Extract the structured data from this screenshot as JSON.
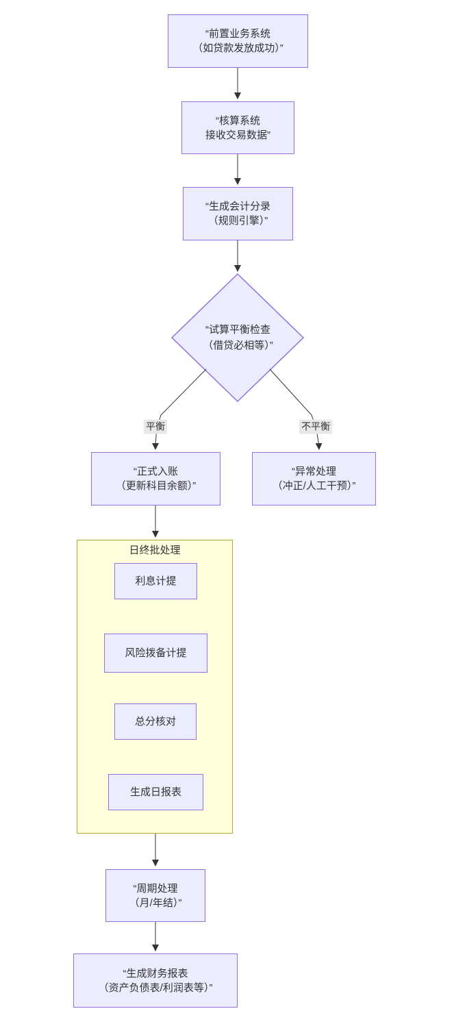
{
  "flowchart": {
    "nodes": {
      "frontend": "“前置业务系统\n（如贷款发放成功）”",
      "receive": "“核算系统\n接收交易数据”",
      "entry": "“生成会计分录\n（规则引擎）”",
      "balance_check": "“试算平衡检查\n（借贷必相等）”",
      "post": "“正式入账\n（更新科目余额）”",
      "exception": "“异常处理\n（冲正/人工干预）”",
      "interest": "利息计提",
      "risk": "风险拨备计提",
      "reconcile": "总分核对",
      "daily_report": "生成日报表",
      "period": "“周期处理\n（月/年结）”",
      "financial_report": "“生成财务报表\n（资产负债表/利润表等）”"
    },
    "edge_labels": {
      "balanced": "平衡",
      "unbalanced": "不平衡"
    },
    "subgraph_title": "日终批处理",
    "colors": {
      "node_fill": "#ECECFF",
      "node_border": "#9370DB",
      "subgraph_fill": "#FFFFDE",
      "subgraph_border": "#AAAA33",
      "edge": "#333333",
      "edge_label_bg": "#e8e8e8",
      "text": "#333333"
    }
  }
}
